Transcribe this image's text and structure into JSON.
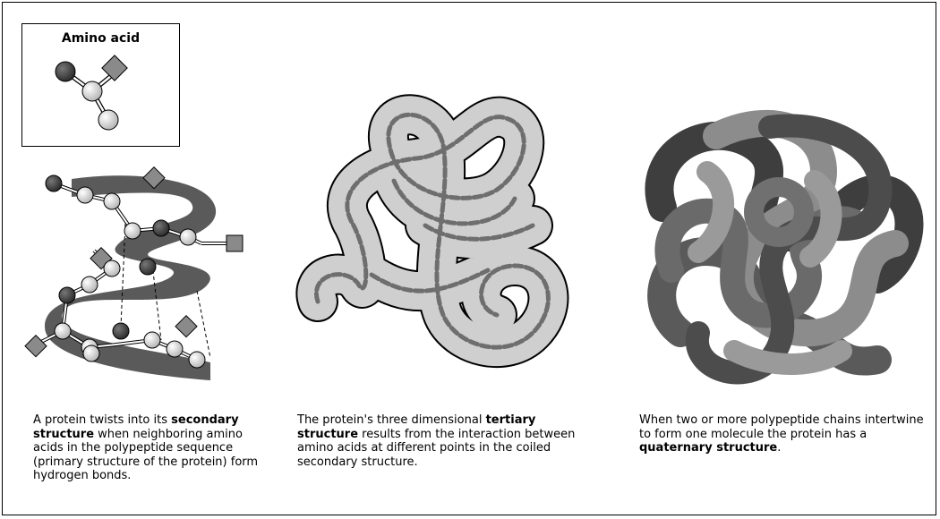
{
  "amino_acid_box": {
    "title": "Amino acid"
  },
  "captions": {
    "secondary": {
      "before": "A protein twists into its ",
      "term": "secondary structure",
      "after": " when neighboring amino acids in the polypeptide sequence (primary structure of the protein) form hydrogen bonds."
    },
    "tertiary": {
      "before": "The protein's three dimensional ",
      "term": "tertiary structure",
      "after": " results from the interaction between amino acids at different points in the coiled secondary structure."
    },
    "quaternary": {
      "before": "When two or more polypeptide chains intertwine to form one molecule the protein has a ",
      "term": "quaternary structure",
      "after": "."
    }
  },
  "colors": {
    "ribbon": "#5a5a5a",
    "atom_dark": "#444444",
    "atom_light": "#e8e8e8",
    "side_chain": "#8a8a8a",
    "tube_light": "#cfcfcf",
    "tube_outline": "#555555",
    "coil": "#777777"
  }
}
